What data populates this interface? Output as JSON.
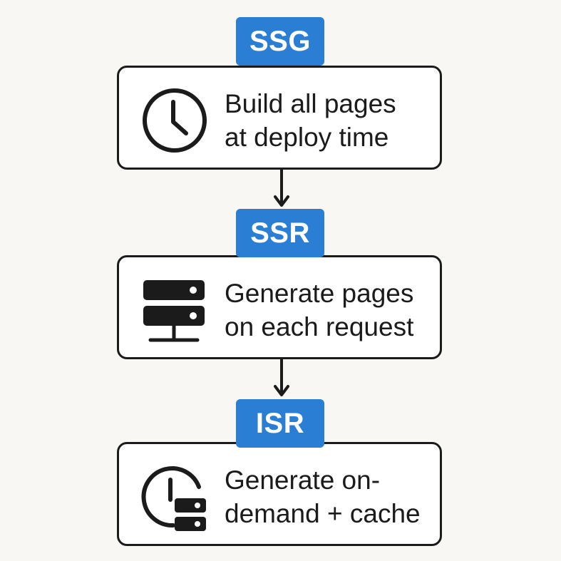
{
  "colors": {
    "accent": "#2a7fd4",
    "ink": "#1b1b1b",
    "background": "#f9f7f3",
    "box_fill": "#ffffff"
  },
  "steps": [
    {
      "badge": "SSG",
      "icon": "clock-icon",
      "lines": [
        "Build all pages",
        "at deploy time"
      ]
    },
    {
      "badge": "SSR",
      "icon": "server-icon",
      "lines": [
        "Generate pages",
        "on each request"
      ]
    },
    {
      "badge": "ISR",
      "icon": "clock-server-icon",
      "lines": [
        "Generate on-",
        "demand + cache"
      ]
    }
  ]
}
